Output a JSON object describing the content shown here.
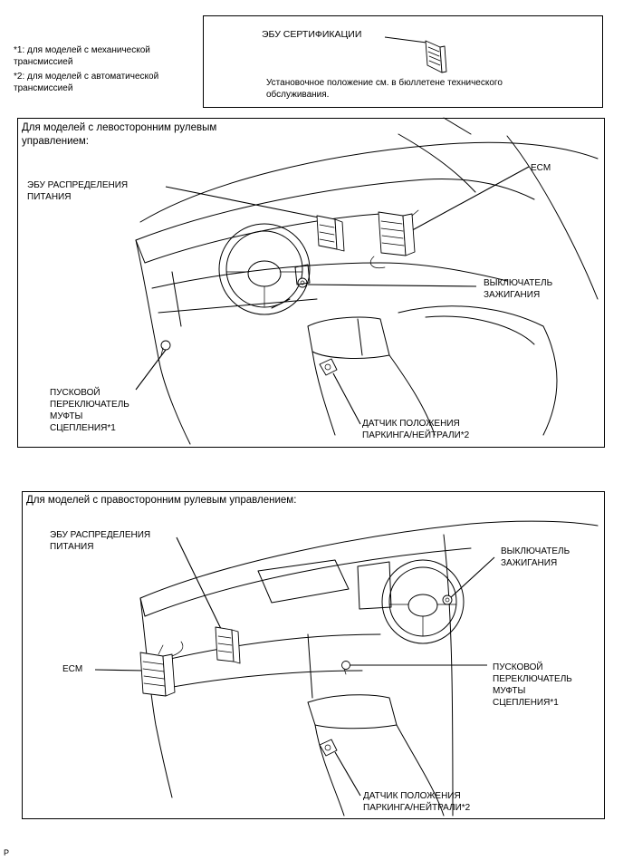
{
  "notes": {
    "note1": "*1: для моделей с механической\nтрансмиссией",
    "note2": "*2: для моделей с автоматической\nтрансмиссией"
  },
  "cert_box": {
    "title": "ЭБУ СЕРТИФИКАЦИИ",
    "desc": "Установочное положение см. в бюллетене технического\nобслуживания."
  },
  "lhd": {
    "heading": "Для моделей с левосторонним рулевым\nуправлением:",
    "power_ecu": "ЭБУ РАСПРЕДЕЛЕНИЯ\nПИТАНИЯ",
    "ecm": "ECM",
    "ignition": "ВЫКЛЮЧАТЕЛЬ\nЗАЖИГАНИЯ",
    "clutch": "ПУСКОВОЙ\nПЕРЕКЛЮЧАТЕЛЬ\nМУФТЫ\nСЦЕПЛЕНИЯ*1",
    "pn_sensor": "ДАТЧИК ПОЛОЖЕНИЯ\nПАРКИНГА/НЕЙТРАЛИ*2"
  },
  "rhd": {
    "heading": "Для моделей с правосторонним рулевым управлением:",
    "power_ecu": "ЭБУ РАСПРЕДЕЛЕНИЯ\nПИТАНИЯ",
    "ecm": "ECM",
    "ignition": "ВЫКЛЮЧАТЕЛЬ\nЗАЖИГАНИЯ",
    "clutch": "ПУСКОВОЙ\nПЕРЕКЛЮЧАТЕЛЬ\nМУФТЫ\nСЦЕПЛЕНИЯ*1",
    "pn_sensor": "ДАТЧИК ПОЛОЖЕНИЯ\nПАРКИНГА/НЕЙТРАЛИ*2"
  },
  "footer_code": "P"
}
